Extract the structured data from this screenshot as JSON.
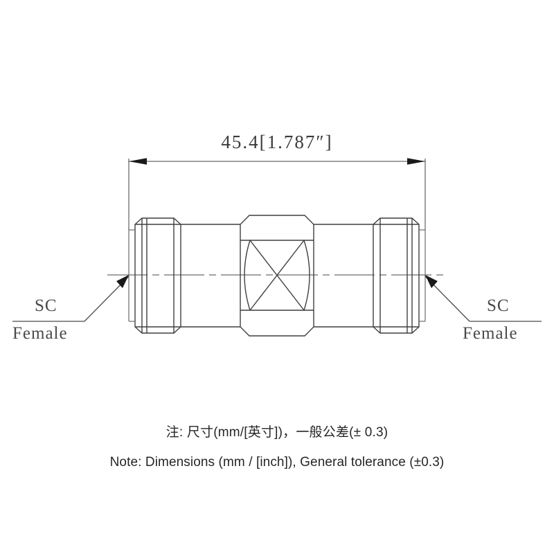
{
  "drawing": {
    "title": "SC Female to SC Female adapter outline drawing",
    "dimension": {
      "label": "45.4[1.787″]",
      "value_mm": "45.4",
      "value_inch": "1.787",
      "arrow_style": "double-ended"
    },
    "callouts": {
      "left": {
        "line1": "SC",
        "line2": "Female"
      },
      "right": {
        "line1": "SC",
        "line2": "Female"
      }
    },
    "notes": {
      "chinese": "注: 尺寸(mm/[英寸])，一般公差(± 0.3)",
      "english": "Note: Dimensions (mm / [inch]), General tolerance (±0.3)"
    },
    "colors": {
      "line": "#3f3f3f",
      "line_light": "#6b6b6b",
      "text": "#3a3a3a",
      "note_text": "#262626",
      "background": "#ffffff"
    }
  }
}
